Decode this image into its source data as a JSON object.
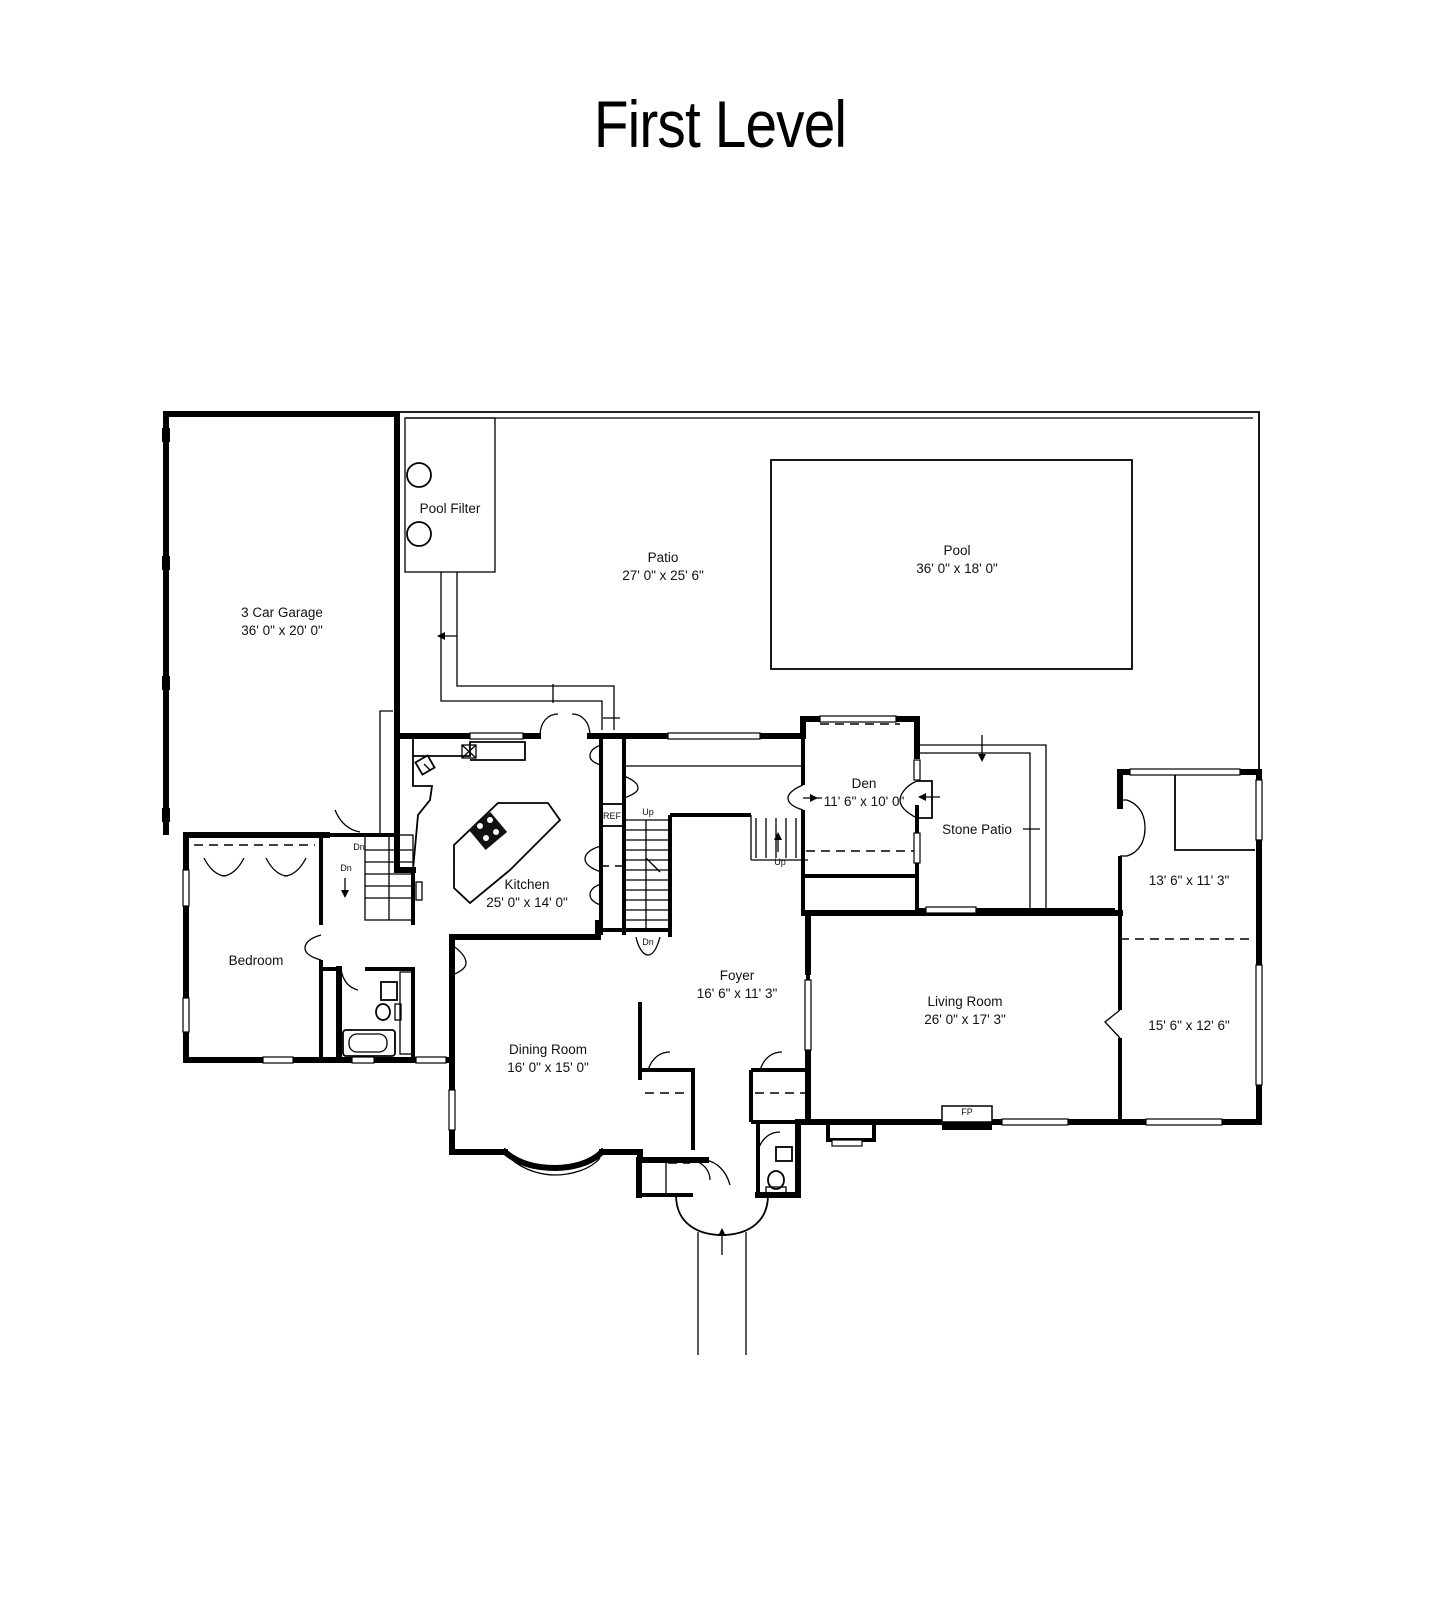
{
  "title": "First Level",
  "rooms": {
    "garage": {
      "name": "3 Car Garage",
      "dims": "36' 0\" x 20' 0\""
    },
    "pool_filter": {
      "name": "Pool Filter"
    },
    "patio": {
      "name": "Patio",
      "dims": "27' 0\" x 25' 6\""
    },
    "pool": {
      "name": "Pool",
      "dims": "36' 0\" x 18' 0\""
    },
    "den": {
      "name": "Den",
      "dims": "11' 6\" x 10' 0\""
    },
    "stone_patio": {
      "name": "Stone Patio"
    },
    "kitchen": {
      "name": "Kitchen",
      "dims": "25' 0\" x 14' 0\""
    },
    "bedroom": {
      "name": "Bedroom"
    },
    "foyer": {
      "name": "Foyer",
      "dims": "16' 6\" x 11' 3\""
    },
    "dining": {
      "name": "Dining Room",
      "dims": "16' 0\" x 15' 0\""
    },
    "living": {
      "name": "Living Room",
      "dims": "26' 0\" x 17' 3\""
    },
    "room_a": {
      "dims": "13' 6\" x 11' 3\""
    },
    "room_b": {
      "dims": "15' 6\" x 12' 6\""
    }
  },
  "fixtures": {
    "ref": "REF",
    "fp": "FP"
  },
  "stairs": {
    "up_1": "Up",
    "up_2": "Up",
    "dn_1": "Dn",
    "dn_2": "Dn",
    "dn_3": "Dn"
  }
}
